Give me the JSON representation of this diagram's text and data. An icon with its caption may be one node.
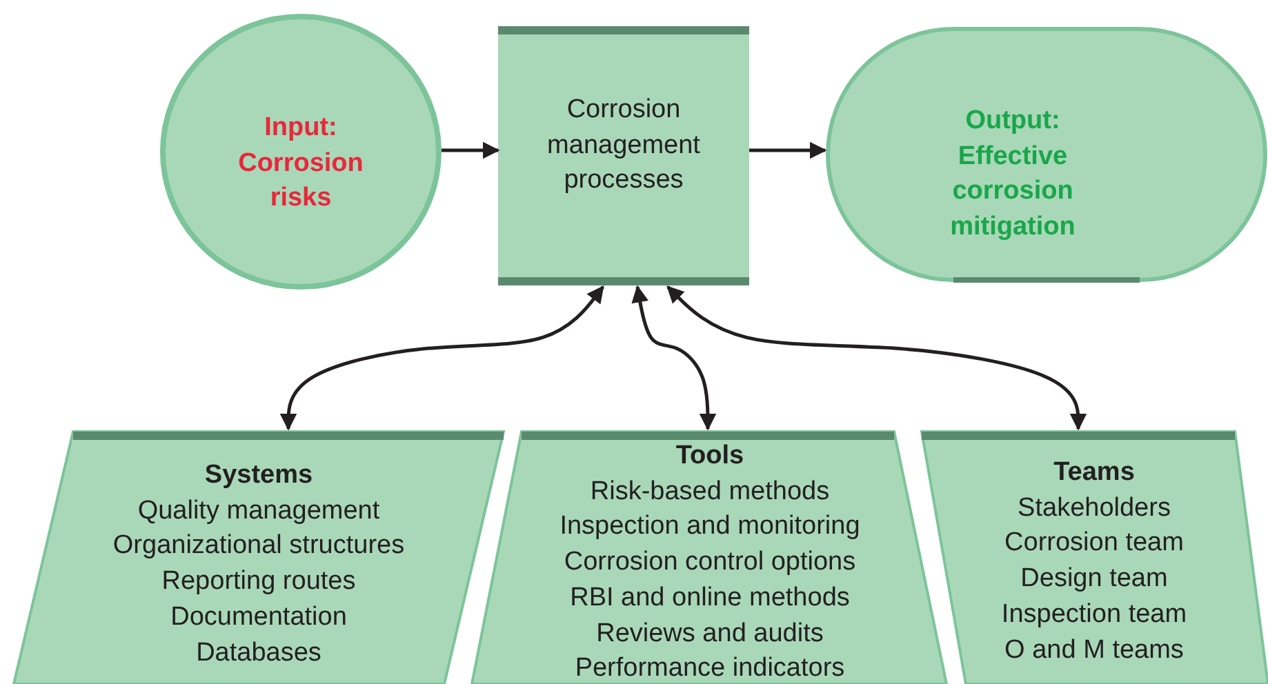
{
  "diagram": {
    "nodes": [
      {
        "text": [
          "Input: Corrosion risks"
        ]
      },
      {
        "text": [
          "Corrosion management processes"
        ]
      },
      {
        "text": [
          "Output: Effective corrosion mitigation"
        ]
      },
      {
        "text": [
          "Systems",
          "Quality management",
          "Organizational structures",
          "Reporting routes",
          "Documentation",
          "Databases"
        ]
      },
      {
        "text": [
          "Tools",
          "Risk-based methods",
          "Inspection and monitoring",
          "Corrosion control options",
          "RBI and online methods",
          "Reviews and audits",
          "Performance indicators"
        ]
      },
      {
        "text": [
          "Teams",
          "Stakeholders",
          "Corrosion team",
          "Design team",
          "Inspection team",
          "O and M teams"
        ]
      }
    ],
    "edges": [
      {
        "from": 0,
        "to": 1,
        "arrow": "to"
      },
      {
        "from": 1,
        "to": 2,
        "arrow": "to"
      },
      {
        "from": 1,
        "to": 3,
        "arrow": "both"
      },
      {
        "from": 1,
        "to": 4,
        "arrow": "both"
      },
      {
        "from": 1,
        "to": 5,
        "arrow": "both"
      }
    ]
  }
}
